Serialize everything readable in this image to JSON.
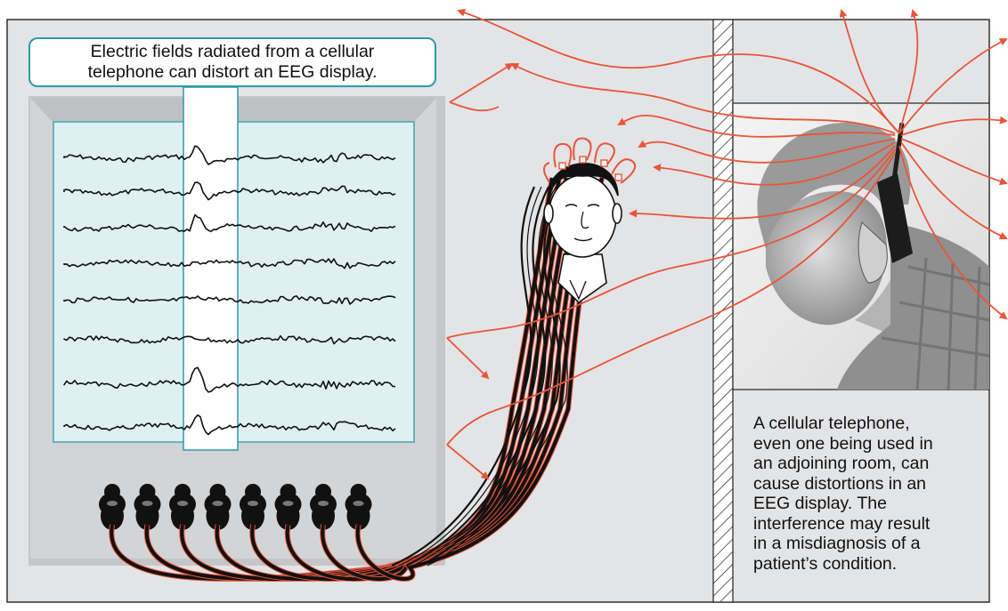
{
  "callout_text": "Electric fields radiated from a cellular\ntelephone can distort an EEG display.",
  "caption_text": "A cellular telephone,\neven one being used in\nan adjoining room, can\ncause distortions in an\nEEG display. The\ninterference may result\nin a misdiagnosis of a\npatient’s condition.",
  "colors": {
    "background": "#e3e4e6",
    "monitor_bezel": "#d2d3d5",
    "screen": "#dff0f3",
    "accent_teal": "#2f9aa6",
    "wave_red": "#e8553a",
    "cable": "#111111"
  },
  "illustration": {
    "eeg_traces": 8,
    "connectors": 8,
    "icons": [
      "eeg-monitor",
      "patient-head-with-electrodes",
      "wall-partition",
      "man-on-cellphone-photo",
      "radio-wave-arrows"
    ]
  }
}
